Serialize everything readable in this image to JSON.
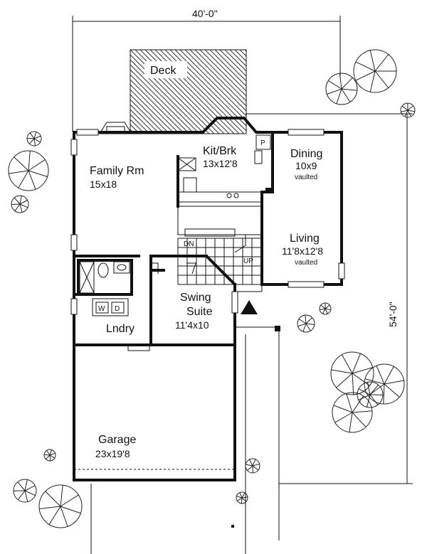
{
  "dimensions": {
    "width": "40'-0\"",
    "depth": "54'-0\""
  },
  "rooms": {
    "deck": {
      "name": "Deck"
    },
    "kitchen": {
      "name": "Kit/Brk",
      "size": "13x12'8"
    },
    "dining": {
      "name": "Dining",
      "size": "10x9",
      "note": "vaulted"
    },
    "family": {
      "name": "Family Rm",
      "size": "15x18"
    },
    "living": {
      "name": "Living",
      "size": "11'8x12'8",
      "note": "vaulted"
    },
    "swing": {
      "name": "Swing",
      "name2": "Suite",
      "size": "11'4x10"
    },
    "laundry": {
      "name": "Lndry"
    },
    "garage": {
      "name": "Garage",
      "size": "23x19'8"
    }
  },
  "labels": {
    "pantry": "P",
    "stair_down": "DN",
    "stair_up": "UP",
    "washer": "W",
    "dryer": "D"
  }
}
